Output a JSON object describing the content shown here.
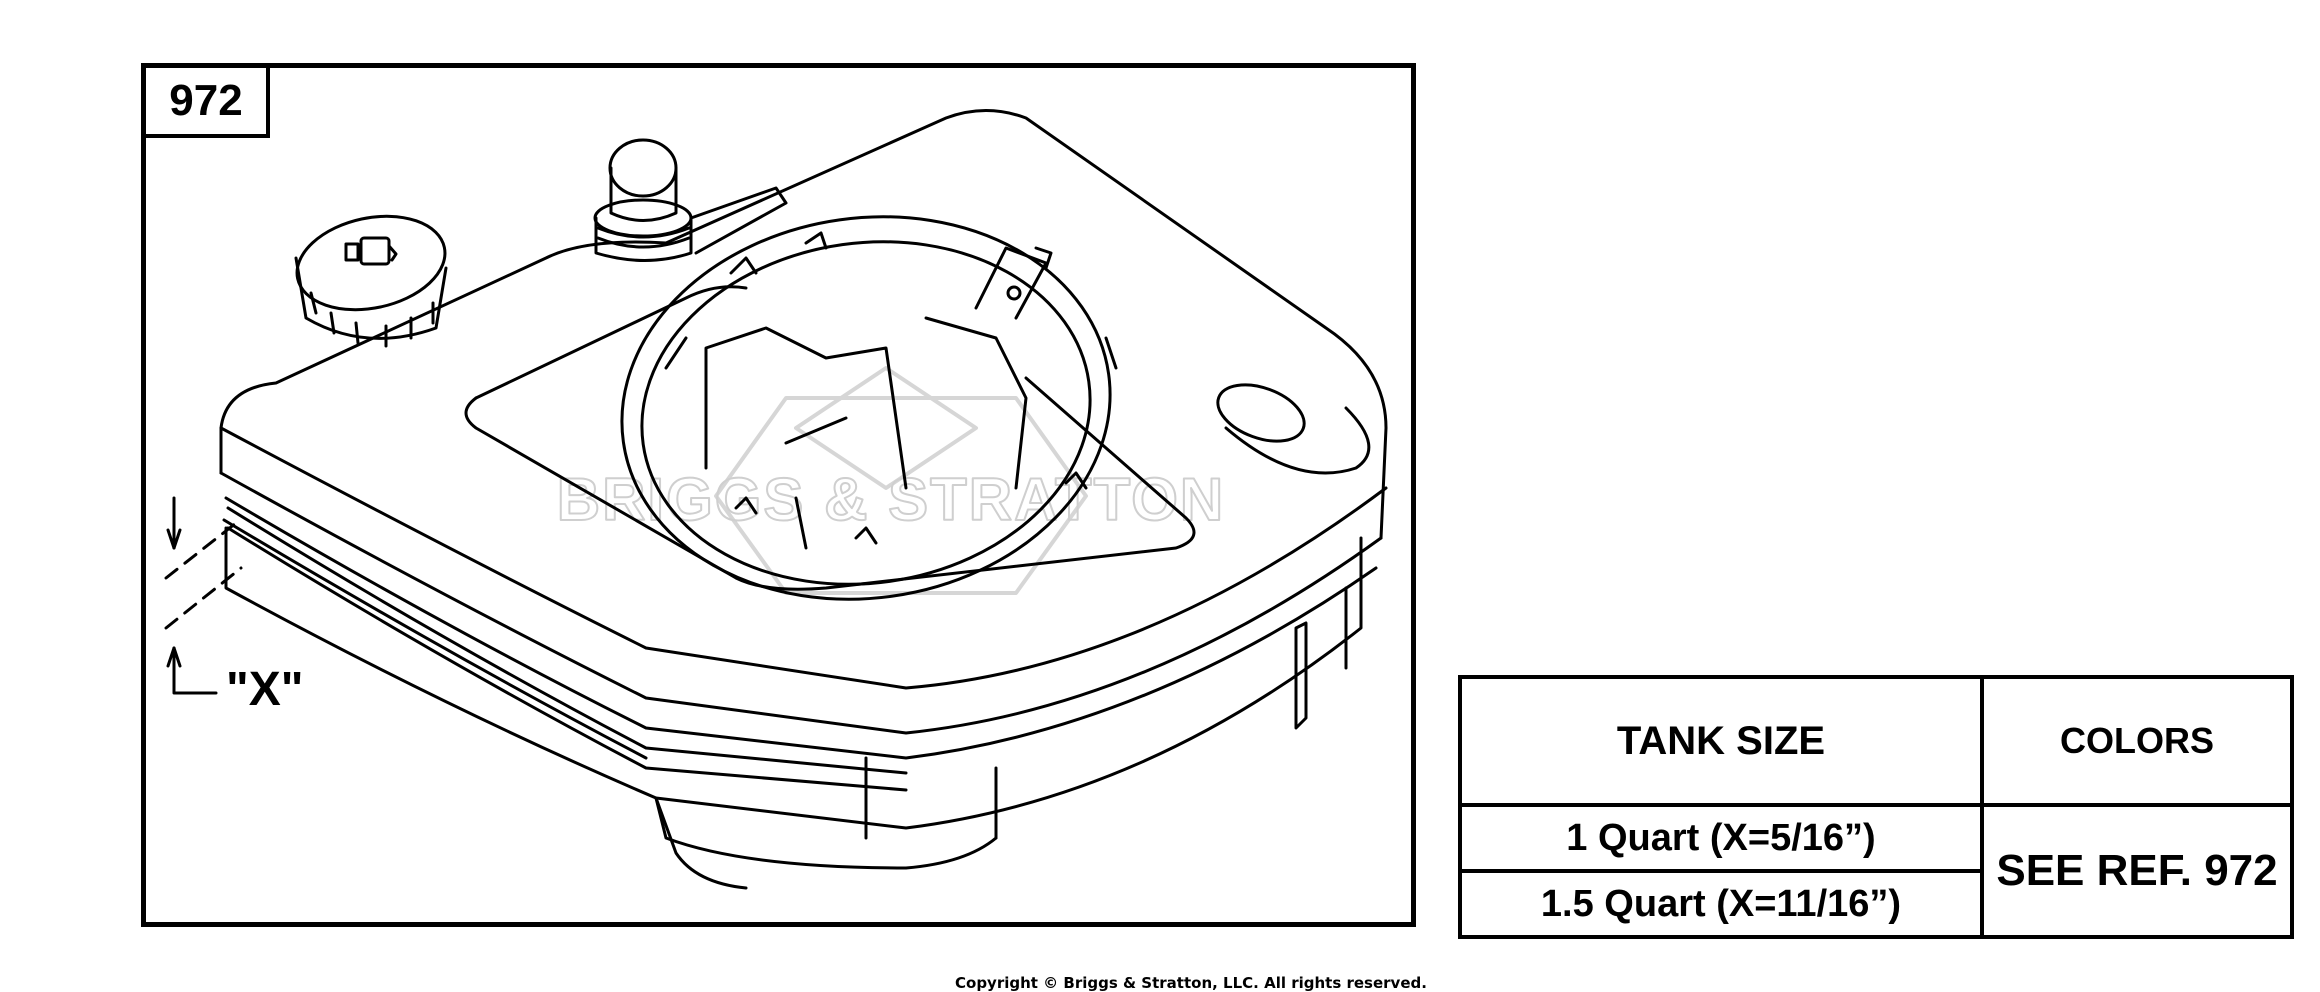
{
  "figure": {
    "ref_number": "972",
    "dimension_label": "\"X\"",
    "watermark": "BRIGGS & STRATTON",
    "fuel_cap_icon": "fuel-pump-icon"
  },
  "table": {
    "headers": {
      "tank_size": "TANK SIZE",
      "colors": "COLORS"
    },
    "rows": [
      {
        "tank_size": "1 Quart (X=5/16”)"
      },
      {
        "tank_size": "1.5 Quart (X=11/16”)"
      }
    ],
    "colors_value": "SEE REF. 972"
  },
  "footer": {
    "copyright": "Copyright © Briggs & Stratton, LLC. All rights reserved."
  }
}
